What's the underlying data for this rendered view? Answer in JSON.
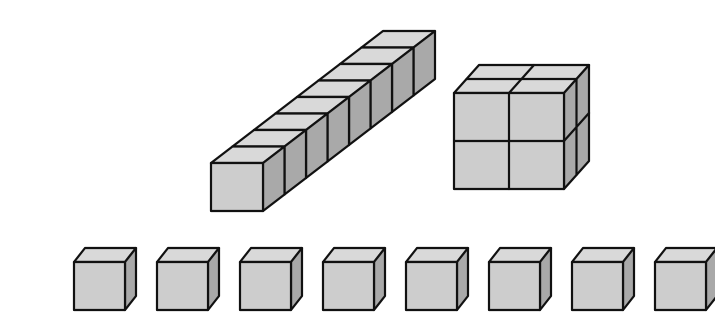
{
  "figure": {
    "rod": {
      "cube_count": 8
    },
    "block": {
      "columns": 2,
      "rows": 2,
      "layers": 2
    },
    "single_cubes": {
      "count": 8
    },
    "colors": {
      "face_front": "#cdcdcd",
      "face_top": "#d9d9d9",
      "face_side": "#a9a9a9",
      "edge": "#111111",
      "background": "#ffffff"
    }
  }
}
